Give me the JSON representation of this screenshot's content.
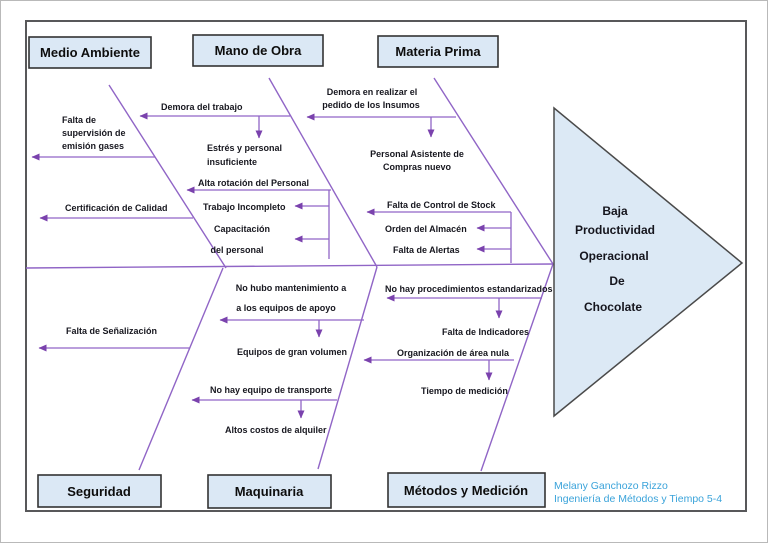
{
  "diagram_type": "fishbone-ishikawa",
  "effect": {
    "lines": [
      "Baja",
      "Productividad",
      "Operacional",
      "De",
      "Chocolate"
    ]
  },
  "categories": {
    "medio_ambiente": {
      "label": "Medio Ambiente",
      "causes": {
        "supervision": [
          "Falta de",
          "supervisión de",
          "emisión gases"
        ],
        "certificacion": [
          "Certificación de Calidad"
        ]
      }
    },
    "mano_de_obra": {
      "label": "Mano de Obra",
      "causes": {
        "demora_trabajo": [
          "Demora del trabajo"
        ],
        "estres": [
          "Estrés y personal",
          "insuficiente"
        ],
        "alta_rotacion": [
          "Alta rotación del Personal"
        ],
        "trabajo_incompleto": [
          "Trabajo Incompleto"
        ],
        "capacitacion": [
          "Capacitación",
          "del personal"
        ]
      }
    },
    "materia_prima": {
      "label": "Materia Prima",
      "causes": {
        "demora_pedido": [
          "Demora en realizar el",
          "pedido de los Insumos"
        ],
        "personal_asistente": [
          "Personal Asistente de",
          "Compras nuevo"
        ],
        "control_stock": [
          "Falta de Control de Stock"
        ],
        "orden_almacen": [
          "Orden del Almacén"
        ],
        "falta_alertas": [
          "Falta de Alertas"
        ]
      }
    },
    "seguridad": {
      "label": "Seguridad",
      "causes": {
        "senalizacion": [
          "Falta de Señalización"
        ]
      }
    },
    "maquinaria": {
      "label": "Maquinaria",
      "causes": {
        "mantenimiento": [
          "No hubo mantenimiento a",
          "a los equipos de apoyo"
        ],
        "gran_volumen": [
          "Equipos de gran volumen"
        ],
        "transporte": [
          "No hay equipo de transporte"
        ],
        "alquiler": [
          "Altos costos de alquiler"
        ]
      }
    },
    "metodos_y_medicion": {
      "label": "Métodos y Medición",
      "causes": {
        "procedimientos": [
          "No hay procedimientos estandarizados"
        ],
        "indicadores": [
          "Falta de Indicadores"
        ],
        "organizacion": [
          "Organización de área nula"
        ],
        "tiempo": [
          "Tiempo de medición"
        ]
      }
    }
  },
  "credit": {
    "author": "Melany Ganchozo Rizzo",
    "course": "Ingeniería de Métodos y Tiempo 5-4"
  },
  "colors": {
    "bone_line": "#9065c6",
    "arrowhead": "#7a42ad",
    "category_box_fill": "#dbe8f5",
    "category_box_border": "#333333",
    "effect_head_fill": "#dce9f5",
    "frame_border": "#58585a",
    "credit_text": "#3aa3da",
    "label_text": "#17171f"
  }
}
